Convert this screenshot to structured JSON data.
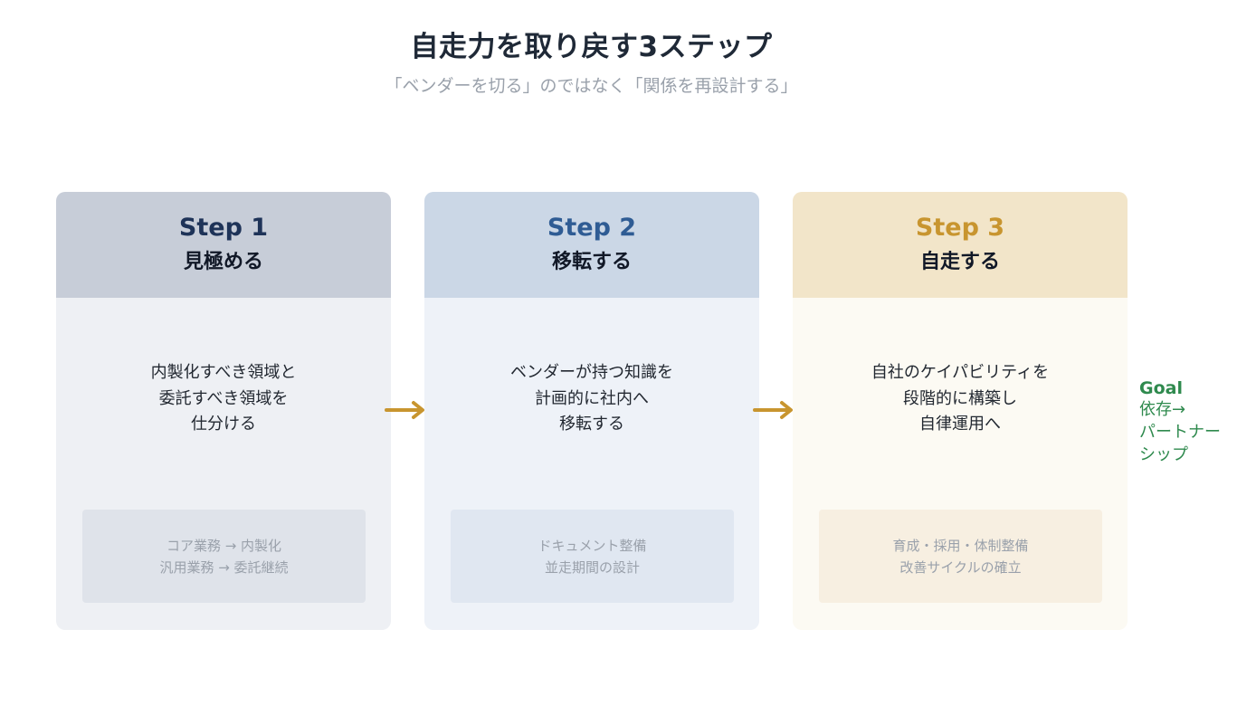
{
  "title": "自走力を取り戻す3ステップ",
  "subtitle": "「ベンダーを切る」のではなく「関係を再設計する」",
  "steps": [
    {
      "step_label": "Step 1",
      "name": "見極める",
      "description": [
        "内製化すべき領域と",
        "委託すべき領域を",
        "仕分ける"
      ],
      "note": [
        "コア業務 → 内製化",
        "汎用業務 → 委託継続"
      ]
    },
    {
      "step_label": "Step 2",
      "name": "移転する",
      "description": [
        "ベンダーが持つ知識を",
        "計画的に社内へ",
        "移転する"
      ],
      "note": [
        "ドキュメント整備",
        "並走期間の設計"
      ]
    },
    {
      "step_label": "Step 3",
      "name": "自走する",
      "description": [
        "自社のケイパビリティを",
        "段階的に構築し",
        "自律運用へ"
      ],
      "note": [
        "育成・採用・体制整備",
        "改善サイクルの確立"
      ]
    }
  ],
  "goal": {
    "title": "Goal",
    "lines": [
      "依存→",
      "パートナー",
      "シップ"
    ]
  },
  "colors": {
    "step1_accent": "#1e3358",
    "step2_accent": "#2f5c94",
    "step3_accent": "#c8952f",
    "arrow": "#c8952f",
    "goal": "#2f8a4e"
  },
  "icons": [
    "right-arrow-icon"
  ]
}
